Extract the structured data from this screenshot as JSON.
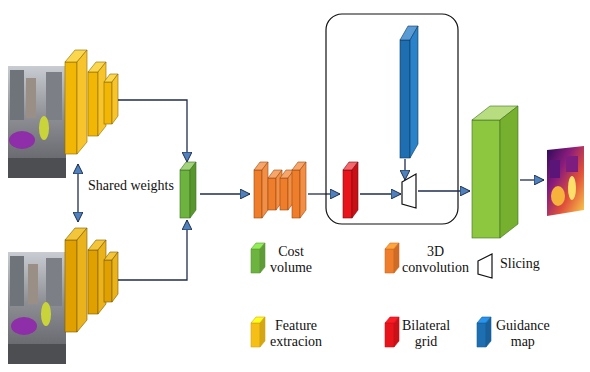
{
  "diagram": {
    "labels": [
      "Shared weights"
    ],
    "legend": [
      {
        "text": "Cost volume",
        "color": "#6db33f"
      },
      {
        "text": "3D convolution",
        "color": "#ee7d2c"
      },
      {
        "text": "Slicing"
      },
      {
        "text": "Feature extracion",
        "color": "#f5bf16"
      },
      {
        "text": "Bilateral grid",
        "color": "#e8141c"
      },
      {
        "text": "Guidance map",
        "color": "#1d6fb2"
      }
    ]
  }
}
